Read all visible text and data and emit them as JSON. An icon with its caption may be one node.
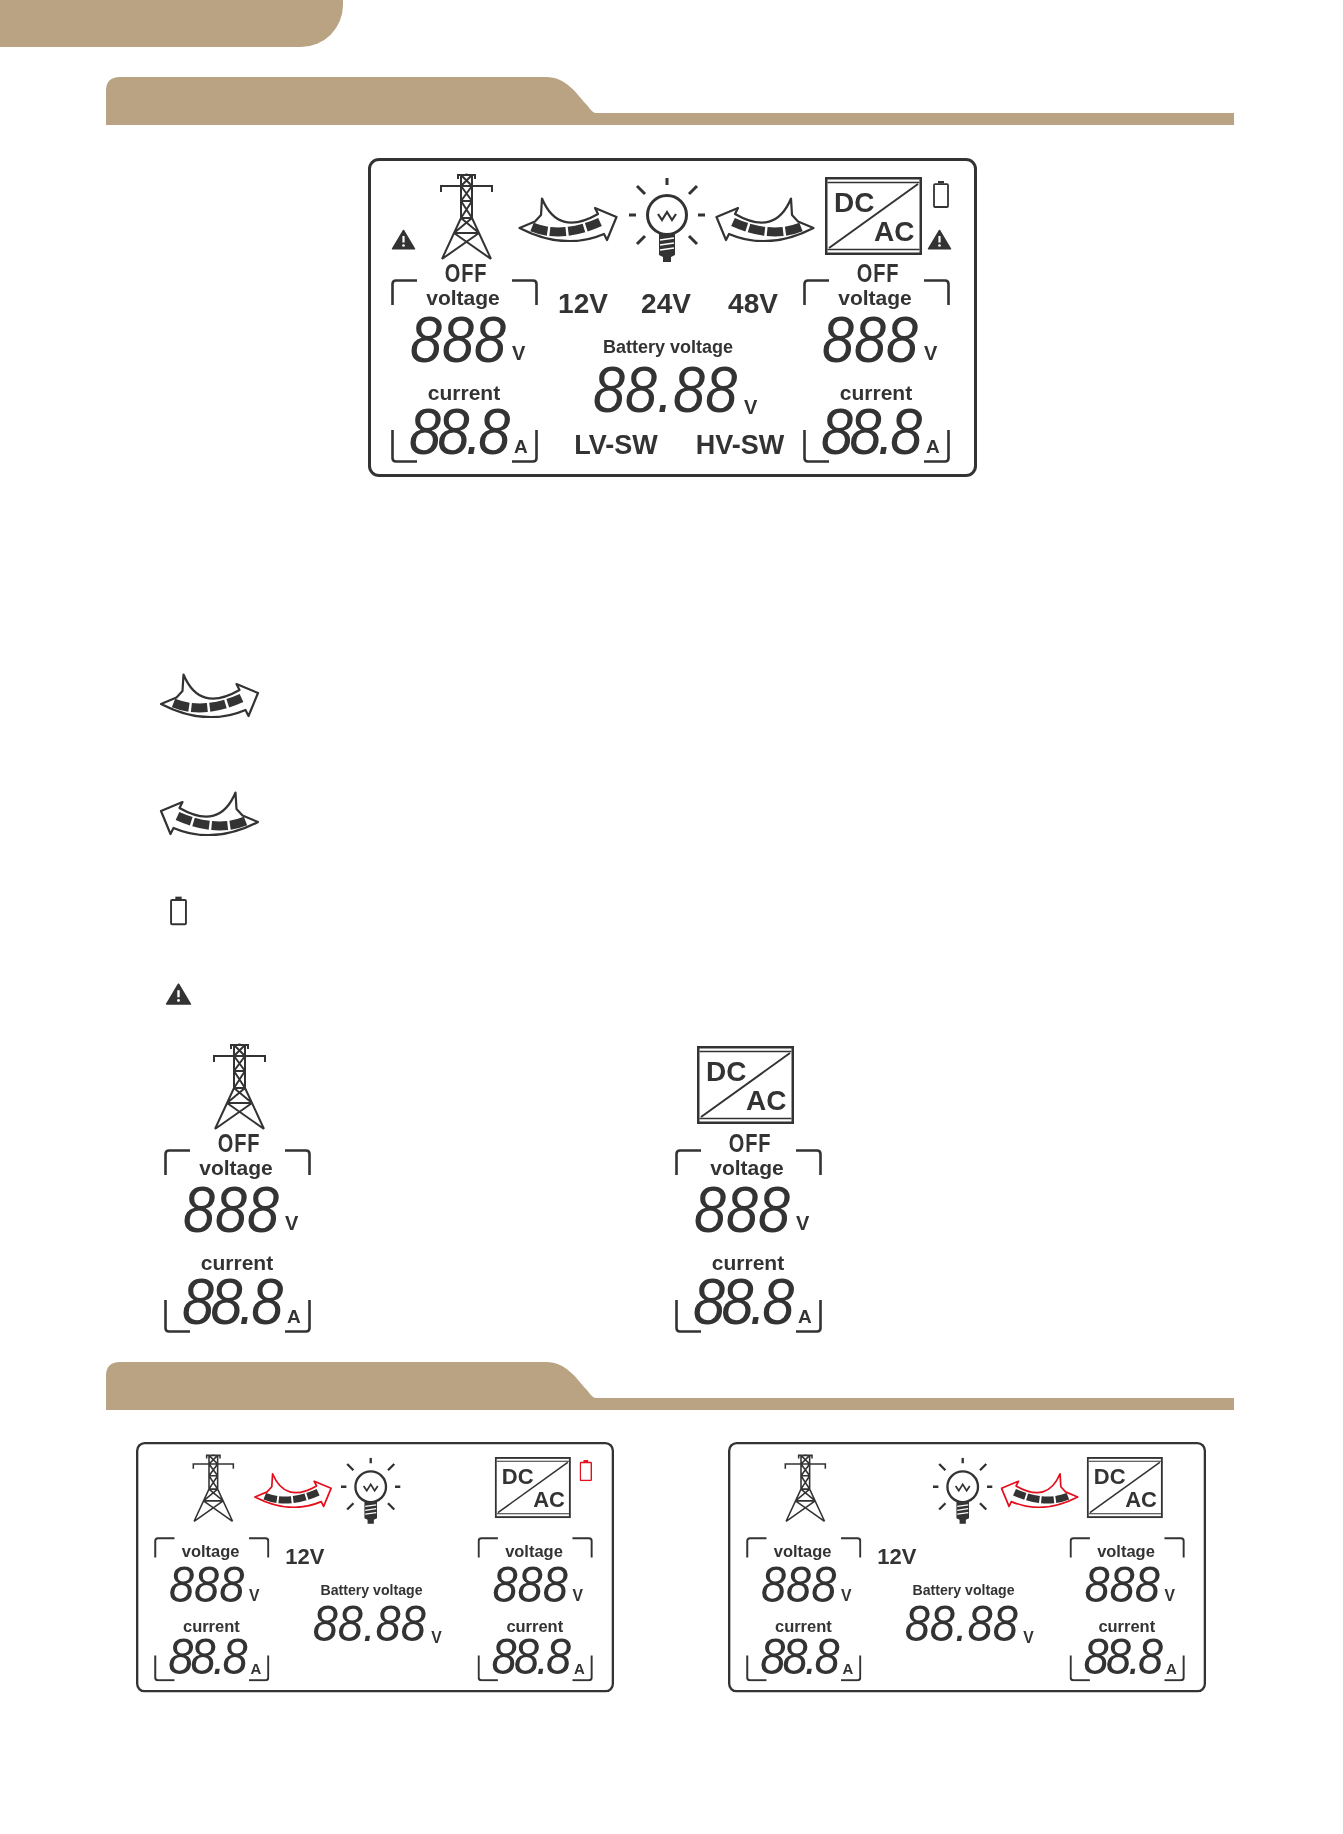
{
  "diagram": {
    "nodes": [
      {
        "text": [
          "12V",
          "24V",
          "48V",
          "Battery voltage",
          "88.88",
          "V",
          "LV-SW",
          "HV-SW"
        ]
      },
      {
        "text": [
          "DC",
          "AC"
        ],
        "in": 0
      },
      {
        "text": [
          "OFF",
          "voltage",
          "888",
          "V",
          "current",
          "88.8",
          "A"
        ],
        "in": 0
      },
      {
        "text": [
          "OFF",
          "voltage",
          "888",
          "V",
          "current",
          "88.8",
          "A"
        ],
        "in": 0
      },
      {
        "text": [
          "DC",
          "AC"
        ]
      },
      {
        "text": [
          "OFF",
          "voltage",
          "888",
          "V",
          "current",
          "88.8",
          "A"
        ]
      },
      {
        "text": [
          "OFF",
          "voltage",
          "888",
          "V",
          "current",
          "88.8",
          "A"
        ]
      },
      {
        "text": [
          "12V",
          "Battery voltage",
          "88.88",
          "V"
        ]
      },
      {
        "text": [
          "DC",
          "AC"
        ],
        "in": 7
      },
      {
        "text": [
          "voltage",
          "888",
          "V",
          "current",
          "88.8",
          "A"
        ],
        "in": 7
      },
      {
        "text": [
          "voltage",
          "888",
          "V",
          "current",
          "88.8",
          "A"
        ],
        "in": 7
      },
      {
        "text": [
          "12V",
          "Battery voltage",
          "88.88",
          "V"
        ]
      },
      {
        "text": [
          "DC",
          "AC"
        ],
        "in": 11
      },
      {
        "text": [
          "voltage",
          "888",
          "V",
          "current",
          "88.8",
          "A"
        ],
        "in": 11
      },
      {
        "text": [
          "voltage",
          "888",
          "V",
          "current",
          "88.8",
          "A"
        ],
        "in": 11
      }
    ]
  }
}
